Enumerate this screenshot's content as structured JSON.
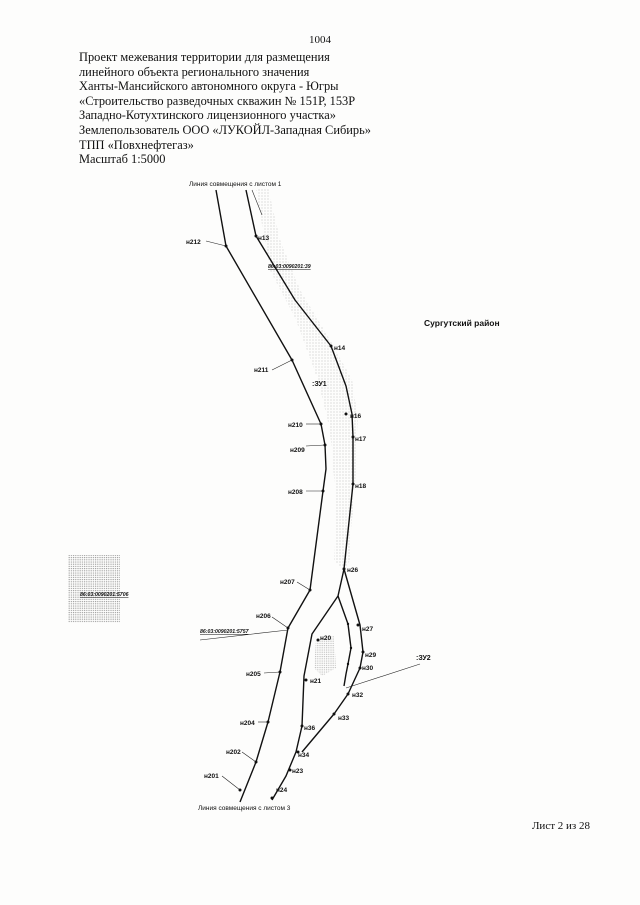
{
  "page_number": "1004",
  "header_lines": [
    "Проект межевания территории для размещения",
    "линейного объекта регионального значения",
    "Ханты-Мансийского автономного округа - Югры",
    "«Строительство разведочных скважин № 151Р, 153Р",
    "Западно-Котухтинского лицензионного участка»",
    "Землепользователь ООО «ЛУКОЙЛ-Западная Сибирь»",
    "ТПП «Повхнефтегаз»",
    "Масштаб 1:5000"
  ],
  "map": {
    "district": "Сургутский район",
    "match_line_top": "Линия совмещения с листом 1",
    "match_line_bottom": "Линия совмещения с листом 3",
    "parcels": {
      "zu1": ":ЗУ1",
      "zu2": ":ЗУ2"
    },
    "cadastral": {
      "c1": "86:03:0090201:39",
      "c2": "86:03:0090201:5706",
      "c3": "86:03:0090201:5757"
    },
    "points_left": [
      "н212",
      "н211",
      "н210",
      "н209",
      "н208",
      "н207",
      "н206",
      "н205",
      "н204",
      "н202",
      "н201"
    ],
    "points_right": [
      "н13",
      "н14",
      "н16",
      "н17",
      "н18",
      "н26",
      "н27",
      "н29",
      "н30",
      "н32",
      "н33",
      "н20",
      "н21",
      "н36",
      "н34",
      "н23",
      "н24"
    ]
  },
  "footer": "Лист 2 из 28"
}
